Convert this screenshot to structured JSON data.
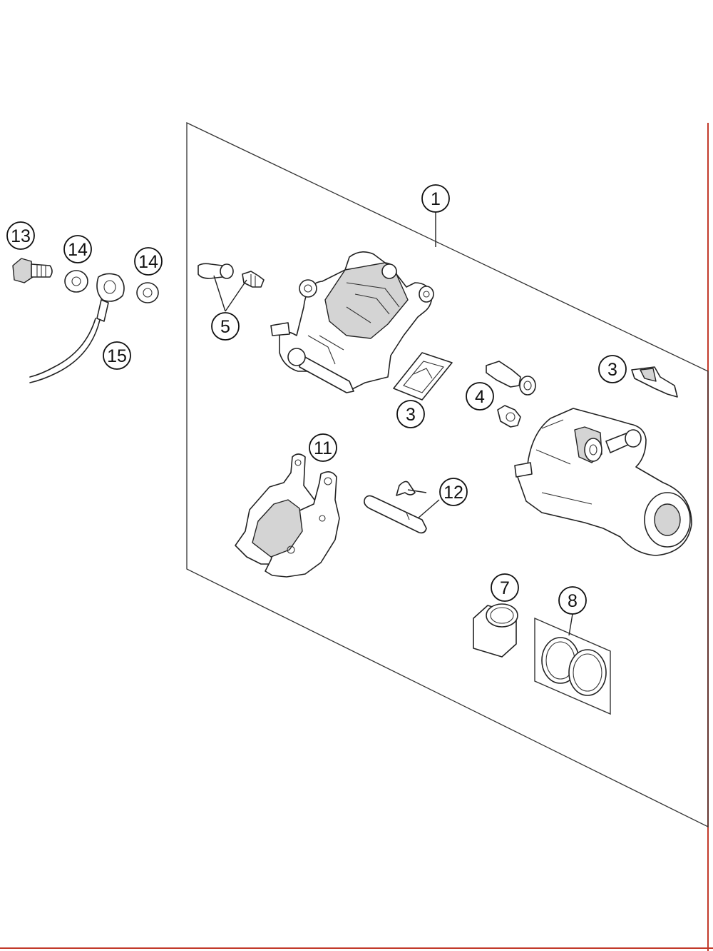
{
  "callouts": [
    {
      "label": "1"
    },
    {
      "label": "3"
    },
    {
      "label": "3"
    },
    {
      "label": "4"
    },
    {
      "label": "5"
    },
    {
      "label": "7"
    },
    {
      "label": "8"
    },
    {
      "label": "11"
    },
    {
      "label": "12"
    },
    {
      "label": "13"
    },
    {
      "label": "14"
    },
    {
      "label": "14"
    },
    {
      "label": "15"
    }
  ]
}
